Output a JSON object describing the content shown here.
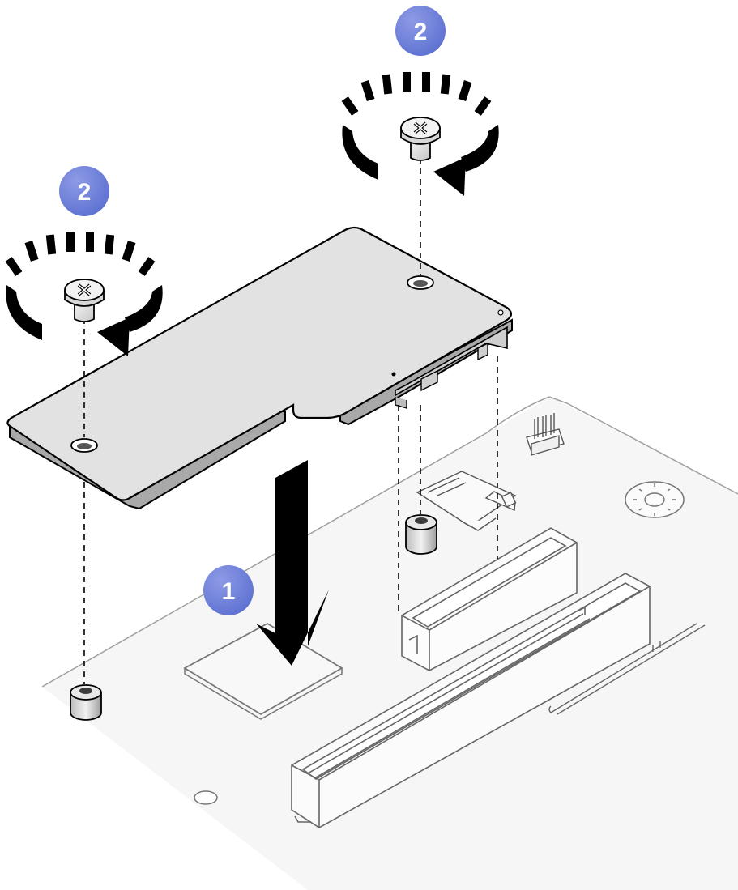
{
  "figure": {
    "callouts": [
      {
        "id": "step-1",
        "label": "1"
      },
      {
        "id": "step-2-left",
        "label": "2"
      },
      {
        "id": "step-2-right",
        "label": "2"
      }
    ],
    "colors": {
      "callout_fill": "#5b6fd0",
      "callout_highlight": "#8d9ae6",
      "board_fill": "#e2e2e2",
      "board_edge": "#a9a9a9",
      "outline": "#000000",
      "faint_outline": "#9a9a9a",
      "background_plate": "#f6f6f6"
    },
    "icons": [
      "down-arrow-icon",
      "clockwise-rotation-icon",
      "screw-icon",
      "standoff-icon",
      "pcie-slot-icon"
    ]
  }
}
